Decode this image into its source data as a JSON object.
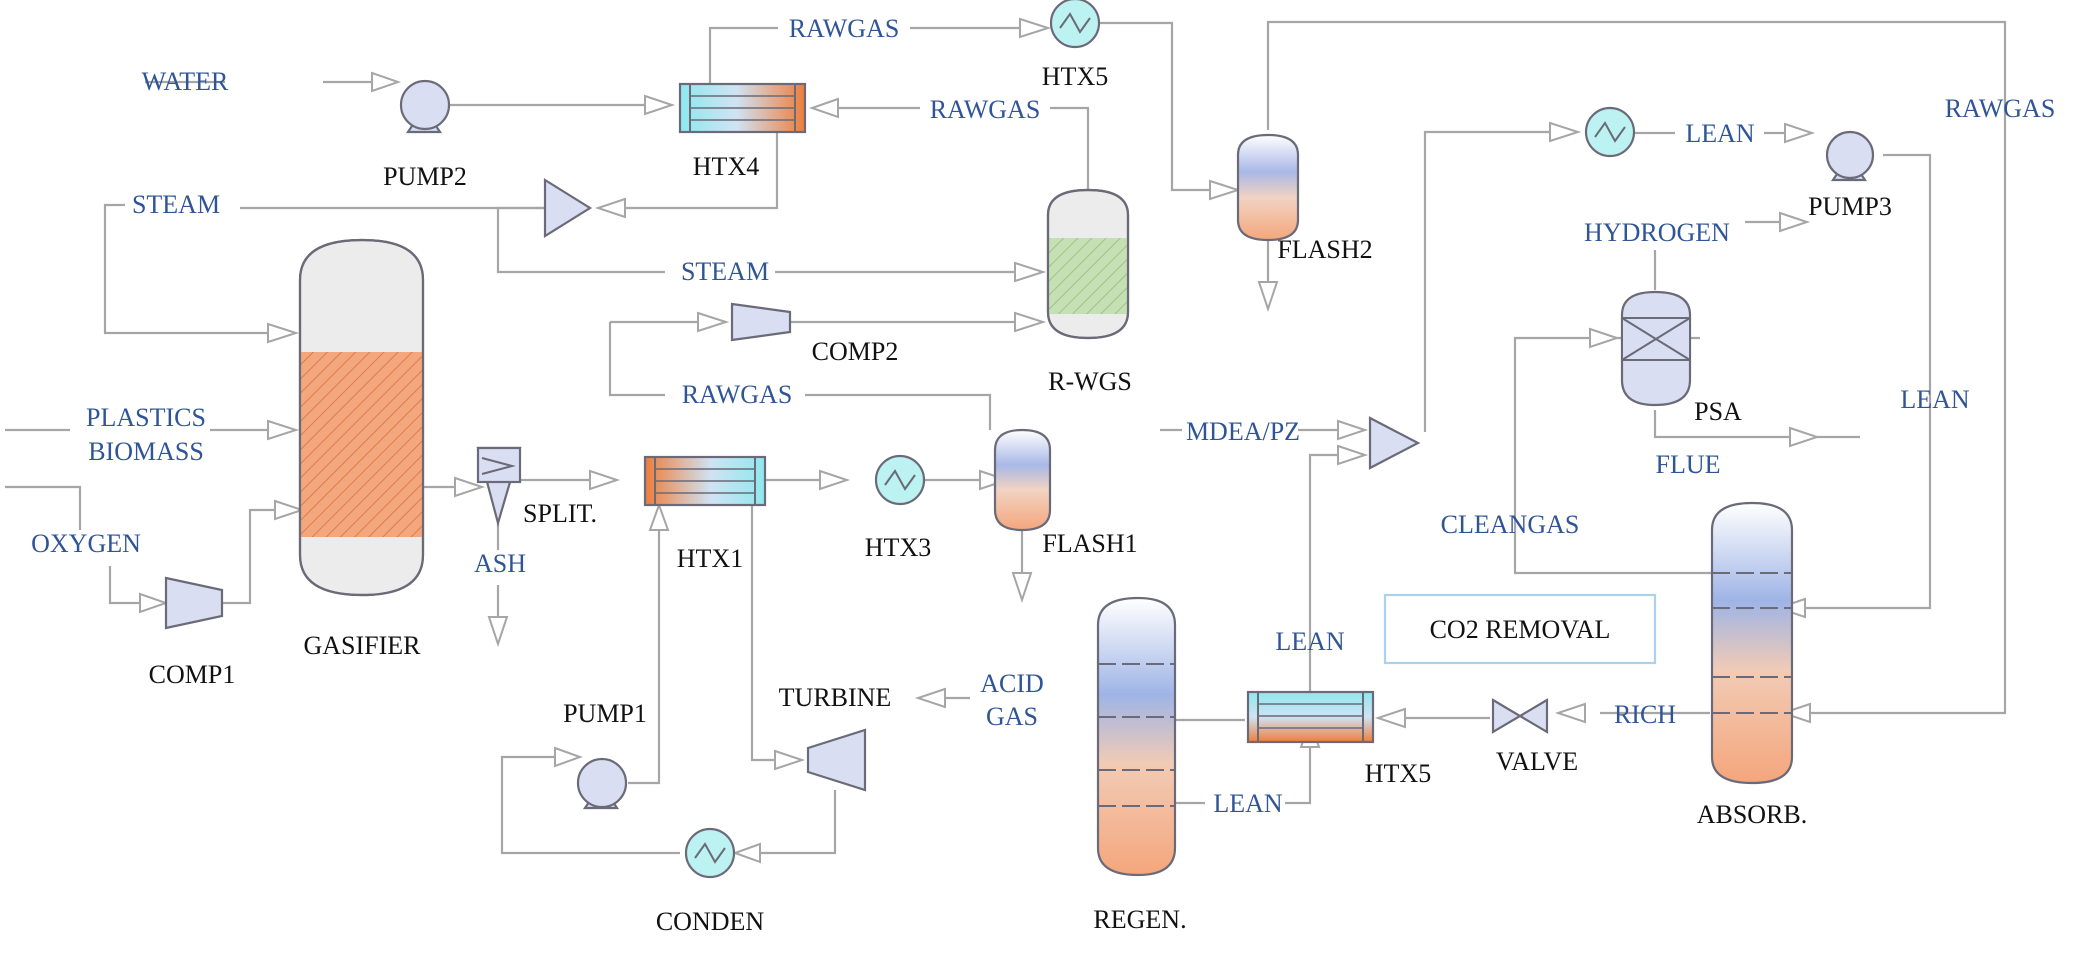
{
  "title": "",
  "colors": {
    "line": "#a6a6a6",
    "stream_label": "#2f5597",
    "unit_label": "#111111",
    "equipment_fill": "#d9def2",
    "hot": "#f4a67c",
    "cold": "#8ee8ee",
    "catalyst": "#c5e0b4",
    "group_box": "#a9d3ea"
  },
  "streams": {
    "water": "WATER",
    "rawgas_top": "RAWGAS",
    "rawgas_htx4": "RAWGAS",
    "rawgas_right": "RAWGAS",
    "rawgas_flash1": "RAWGAS",
    "steam_left": "STEAM",
    "steam_mid": "STEAM",
    "plastics": "PLASTICS",
    "biomass": "BIOMASS",
    "oxygen": "OXYGEN",
    "ash": "ASH",
    "lean_top": "LEAN",
    "lean_right": "LEAN",
    "lean_mid": "LEAN",
    "lean_bottom": "LEAN",
    "hydrogen": "HYDROGEN",
    "flue": "FLUE",
    "cleangas": "CLEANGAS",
    "mdea": "MDEA/PZ",
    "acid": "ACID",
    "gas": "GAS",
    "rich": "RICH"
  },
  "units": {
    "pump2": "PUMP2",
    "htx4": "HTX4",
    "htx5_top": "HTX5",
    "flash2": "FLASH2",
    "pump3": "PUMP3",
    "comp2": "COMP2",
    "rwgs": "R-WGS",
    "psa": "PSA",
    "split": "SPLIT.",
    "htx1": "HTX1",
    "htx3": "HTX3",
    "flash1": "FLASH1",
    "gasifier": "GASIFIER",
    "comp1": "COMP1",
    "pump1": "PUMP1",
    "turbine": "TURBINE",
    "conden": "CONDEN",
    "regen": "REGEN.",
    "htx5_bottom": "HTX5",
    "valve": "VALVE",
    "absorb": "ABSORB."
  },
  "group_box": "CO2 REMOVAL"
}
